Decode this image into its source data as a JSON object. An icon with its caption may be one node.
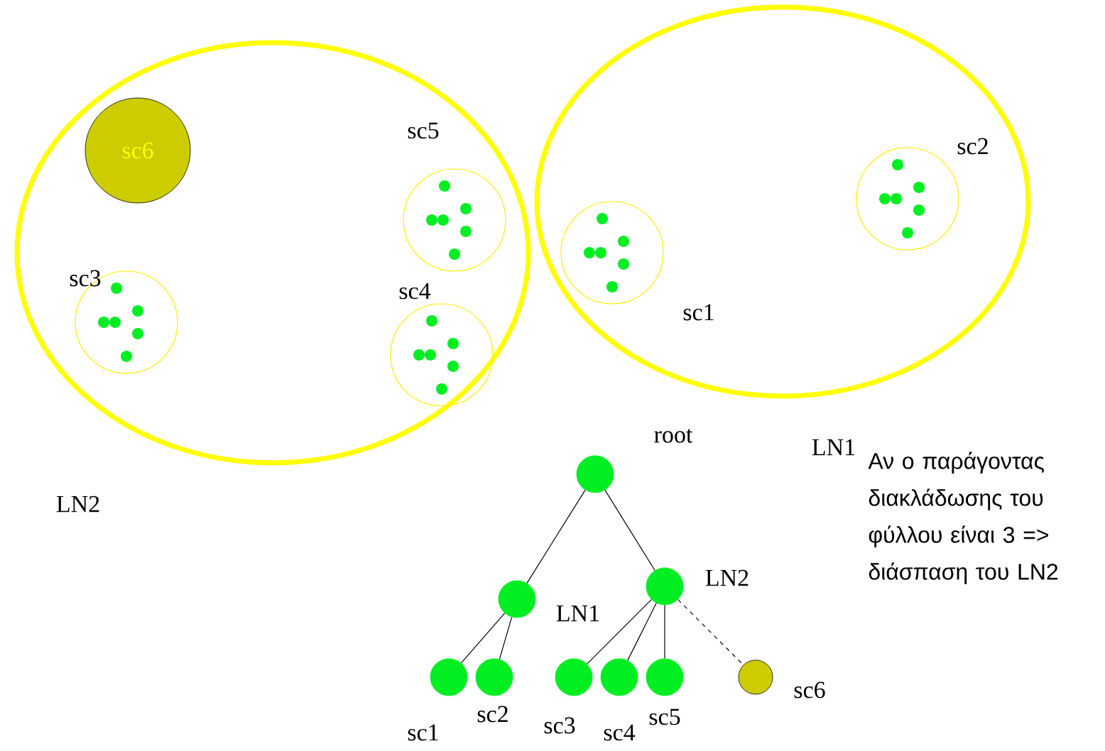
{
  "diagram": {
    "nodes": [
      {
        "text": [
          "LN2"
        ]
      },
      {
        "text": [
          "sc6"
        ],
        "in": 0
      },
      {
        "text": [
          "sc5"
        ],
        "in": 0
      },
      {
        "text": [
          "sc4"
        ],
        "in": 0
      },
      {
        "text": [
          "sc3"
        ],
        "in": 0
      },
      {
        "text": [
          "LN1"
        ]
      },
      {
        "text": [
          "sc1"
        ],
        "in": 5
      },
      {
        "text": [
          "sc2"
        ],
        "in": 5
      },
      {
        "text": [],
        "shape": "circle",
        "beside": [
          "root"
        ]
      },
      {
        "text": [],
        "shape": "circle",
        "beside": [
          "LN1"
        ]
      },
      {
        "text": [],
        "shape": "circle",
        "beside": [
          "LN2"
        ]
      },
      {
        "text": [],
        "shape": "circle",
        "beside": [
          "sc1"
        ]
      },
      {
        "text": [],
        "shape": "circle",
        "beside": [
          "sc2"
        ]
      },
      {
        "text": [],
        "shape": "circle",
        "beside": [
          "sc3"
        ]
      },
      {
        "text": [],
        "shape": "circle",
        "beside": [
          "sc4"
        ]
      },
      {
        "text": [],
        "shape": "circle",
        "beside": [
          "sc5"
        ]
      },
      {
        "text": [],
        "shape": "circle",
        "beside": [
          "sc6"
        ]
      }
    ],
    "edges": [
      {
        "from": 8,
        "to": 9,
        "arrow": "none"
      },
      {
        "from": 8,
        "to": 10,
        "arrow": "none"
      },
      {
        "from": 9,
        "to": 11,
        "arrow": "none"
      },
      {
        "from": 9,
        "to": 12,
        "arrow": "none"
      },
      {
        "from": 10,
        "to": 13,
        "arrow": "none"
      },
      {
        "from": 10,
        "to": 14,
        "arrow": "none"
      },
      {
        "from": 10,
        "to": 15,
        "arrow": "none"
      },
      {
        "from": 10,
        "to": 16,
        "arrow": "none",
        "style": "dashed"
      }
    ],
    "labels": [
      "Αν ο παράγοντας διακλάδωσης του φύλλου είναι 3 => διάσπαση του LN2"
    ]
  }
}
